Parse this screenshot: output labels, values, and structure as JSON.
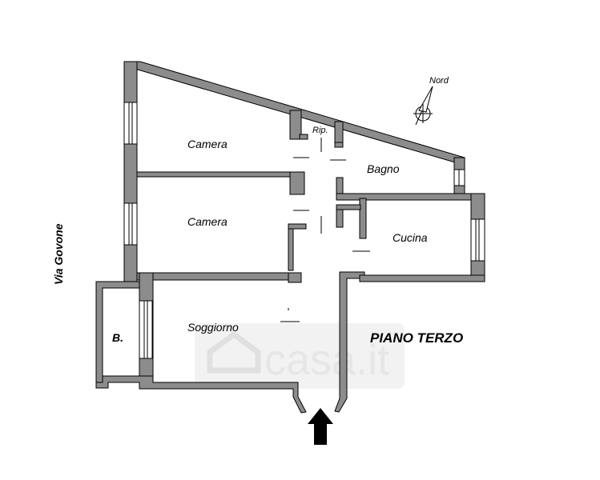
{
  "plan": {
    "floor_label": "PIANO TERZO",
    "street_label": "Via Govone",
    "compass_label": "Nord",
    "rooms": {
      "camera_top": "Camera",
      "camera_mid": "Camera",
      "bagno": "Bagno",
      "ripostiglio": "Rip.",
      "cucina": "Cucina",
      "soggiorno": "Soggiorno",
      "balcone": "B."
    },
    "watermark": "casa.it",
    "colors": {
      "wall": "#8c8c8c",
      "outline": "#000000",
      "background": "#ffffff",
      "watermark": "#e6e6e6",
      "arrow": "#000000"
    }
  }
}
